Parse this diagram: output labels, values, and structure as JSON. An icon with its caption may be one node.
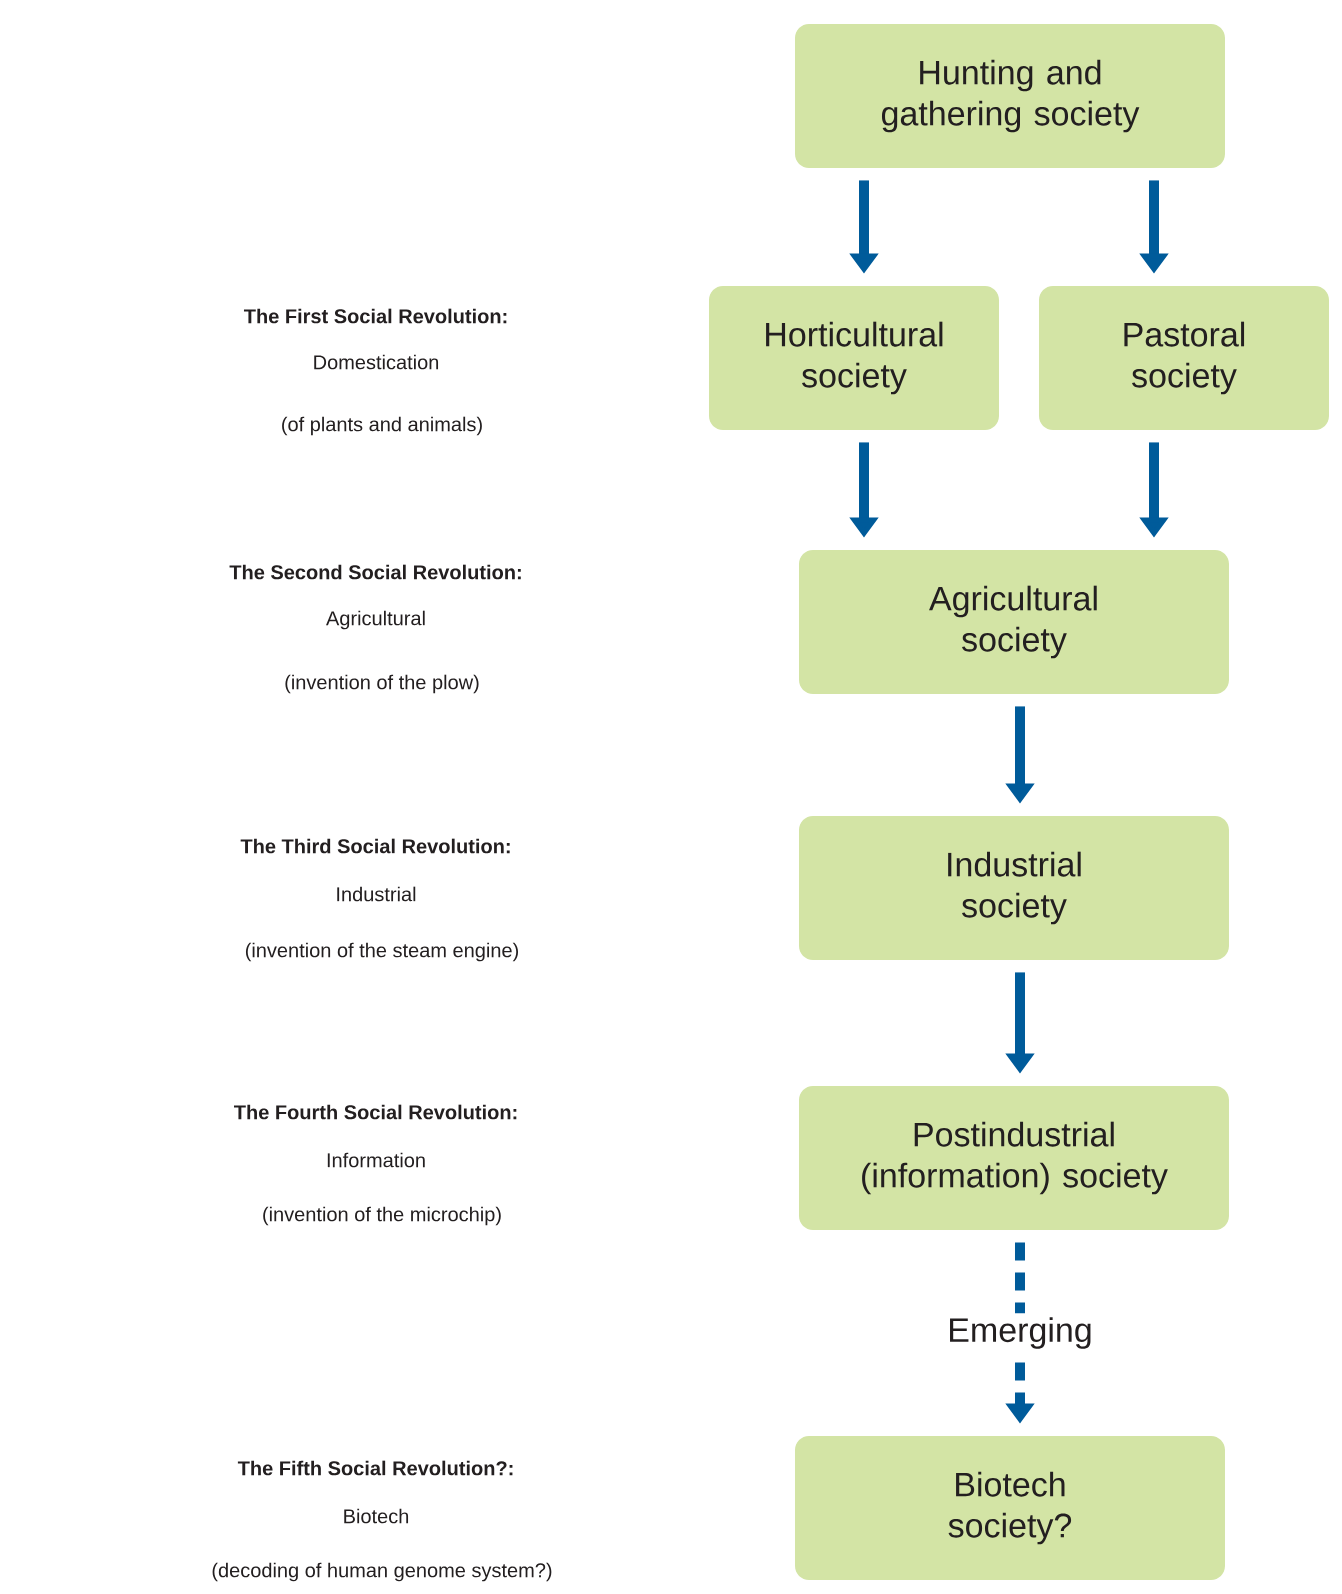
{
  "diagram": {
    "nodes": [
      {
        "text": [
          "Hunting and gathering society"
        ]
      },
      {
        "text": [
          "Horticultural society"
        ]
      },
      {
        "text": [
          "Pastoral society"
        ]
      },
      {
        "text": [
          "Agricultural society"
        ]
      },
      {
        "text": [
          "Industrial society"
        ]
      },
      {
        "text": [
          "Postindustrial (information) society"
        ]
      },
      {
        "text": [
          "Biotech society?"
        ]
      }
    ],
    "edges": [
      {
        "from": 0,
        "to": 1,
        "arrow": "to"
      },
      {
        "from": 0,
        "to": 2,
        "arrow": "to"
      },
      {
        "from": 1,
        "to": 3,
        "arrow": "to"
      },
      {
        "from": 2,
        "to": 3,
        "arrow": "to"
      },
      {
        "from": 3,
        "to": 4,
        "arrow": "to"
      },
      {
        "from": 4,
        "to": 5,
        "arrow": "to"
      },
      {
        "from": 5,
        "to": 6,
        "arrow": "to",
        "label": "Emerging",
        "style": "dashed"
      }
    ],
    "labels": [
      "The First Social Revolution:",
      "Domestication",
      "(of plants and animals)",
      "The Second Social Revolution:",
      "Agricultural",
      "(invention of the plow)",
      "The Third Social Revolution:",
      "Industrial",
      "(invention of the steam engine)",
      "The Fourth Social Revolution:",
      "Information",
      "(invention of the microchip)",
      "The Fifth Social Revolution?:",
      "Biotech",
      "(decoding of human genome system?)"
    ]
  }
}
